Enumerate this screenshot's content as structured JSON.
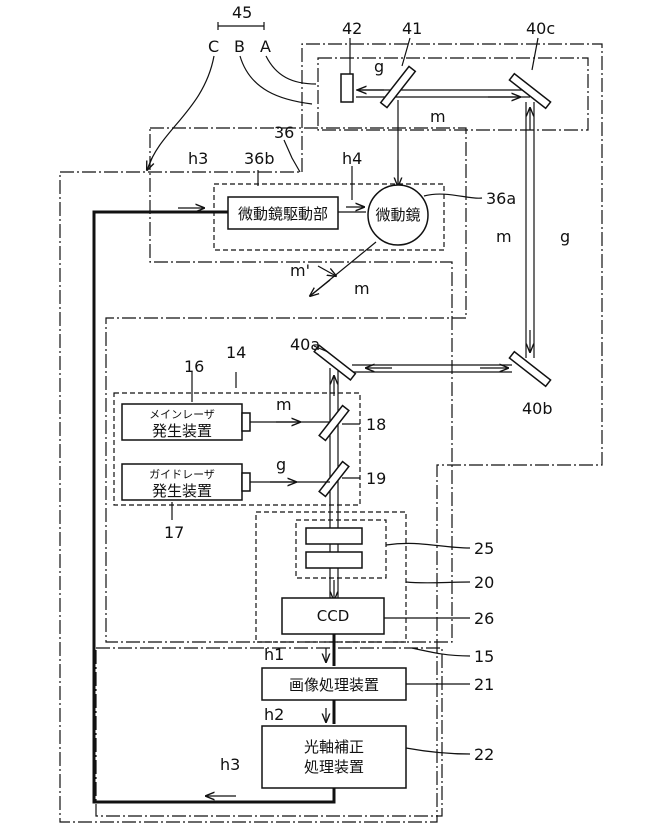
{
  "labels": {
    "n45": "45",
    "nC": "C",
    "nB": "B",
    "nA": "A",
    "n42": "42",
    "n41": "41",
    "n40c": "40c",
    "n36": "36",
    "n36b": "36b",
    "h3_top": "h3",
    "h4": "h4",
    "n36a": "36a",
    "g_top": "g",
    "m_top": "m",
    "m_side": "m",
    "g_side": "g",
    "m_prime": "m'",
    "m_lower": "m",
    "n14": "14",
    "n40a": "40a",
    "n40b": "40b",
    "n16": "16",
    "m_laser": "m",
    "n18": "18",
    "g_laser": "g",
    "n19": "19",
    "n17": "17",
    "n25": "25",
    "n20": "20",
    "n26": "26",
    "h1": "h1",
    "n15": "15",
    "n21": "21",
    "h2": "h2",
    "n22": "22",
    "h3_bottom": "h3"
  },
  "boxes": {
    "drive_unit": "微動鏡駆動部",
    "fine_mirror": "微動鏡",
    "main_laser_line1": "メインレーザ",
    "main_laser_line2": "発生装置",
    "guide_laser_line1": "ガイドレーザ",
    "guide_laser_line2": "発生装置",
    "ccd": "CCD",
    "image_processor": "画像処理装置",
    "axis_correction_line1": "光軸補正",
    "axis_correction_line2": "処理装置"
  }
}
